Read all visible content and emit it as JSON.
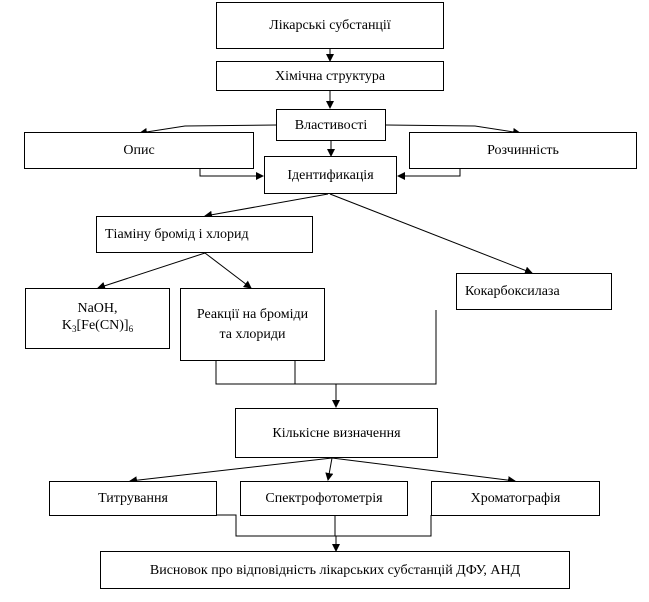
{
  "nodes": {
    "substances": "Лікарські субстанції",
    "structure": "Хімічна структура",
    "properties": "Властивості",
    "description": "Опис",
    "solubility": "Розчинність",
    "identification": "Ідентификація",
    "thiamine": "Тіаміну бромід і хлорид",
    "naoh_line1": "NaOH,",
    "naoh_k": "K",
    "naoh_k_sub": "3",
    "naoh_fe": "[Fe(CN)]",
    "naoh_fe_sub": "6",
    "reactions": "Реакції на броміди та хлориди",
    "cocarboxylase": "Кокарбоксилаза",
    "quantitative": "Кількісне визначення",
    "titration": "Титрування",
    "spectro": "Спектрофотометрія",
    "chromatography": "Хроматографія",
    "conclusion": "Висновок про відповідність лікарських субстанцій ДФУ, АНД"
  }
}
